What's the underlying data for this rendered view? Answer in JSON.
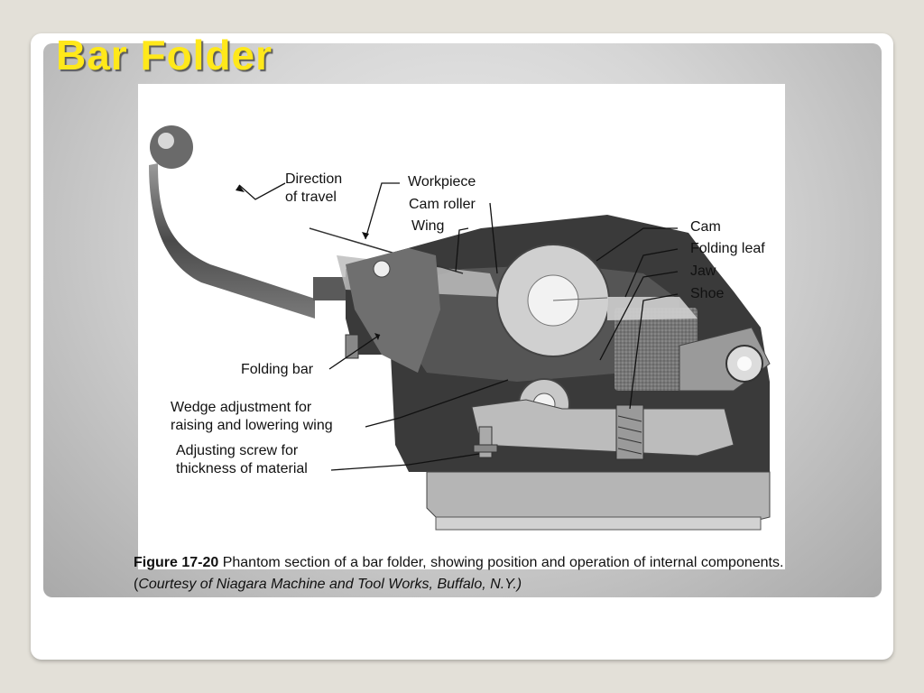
{
  "slide": {
    "title": "Bar Folder"
  },
  "figure": {
    "labels": {
      "direction_of_travel_1": "Direction",
      "direction_of_travel_2": "of travel",
      "workpiece": "Workpiece",
      "cam_roller": "Cam roller",
      "wing": "Wing",
      "cam": "Cam",
      "folding_leaf": "Folding leaf",
      "jaw": "Jaw",
      "shoe": "Shoe",
      "folding_bar": "Folding bar",
      "wedge_adjustment_1": "Wedge adjustment for",
      "wedge_adjustment_2": "raising and lowering wing",
      "adjusting_screw_1": "Adjusting screw for",
      "adjusting_screw_2": "thickness of material"
    },
    "caption": {
      "figure_number": "Figure 17-20",
      "text": " Phantom section of a bar folder, showing position and operation of internal components. (",
      "credit": "Courtesy of Niagara Machine and Tool Works, Buffalo, N.Y.)"
    }
  },
  "colors": {
    "title": "#ffe81a",
    "panel": "#c8c8c8",
    "frame": "#ffffff"
  }
}
